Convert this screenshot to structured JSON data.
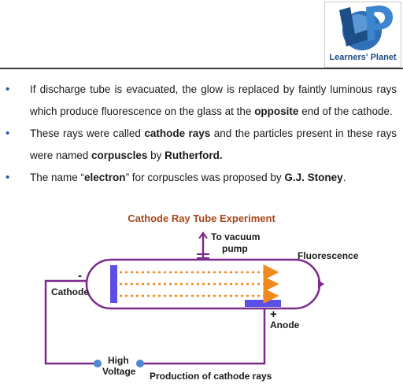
{
  "logo": {
    "brand_name": "Learners' Planet"
  },
  "bullets": [
    {
      "parts": [
        "If discharge tube is evacuated, the glow is replaced by faintly luminous rays which produce fluorescence on the glass at the ",
        "opposite",
        " end of the cathode."
      ]
    },
    {
      "parts": [
        "These rays were called ",
        "cathode rays",
        " and the particles present in these rays were named ",
        "corpuscles",
        " by ",
        "Rutherford."
      ]
    },
    {
      "parts": [
        " The name “",
        "electron",
        "” for corpuscles was proposed by ",
        "G.J. Stoney",
        "."
      ]
    }
  ],
  "diagram": {
    "title": "Cathode Ray Tube Experiment",
    "labels": {
      "vacuum_line1": "To vacuum",
      "vacuum_line2": "pump",
      "fluorescence": "Fluorescence",
      "cathode": "Cathode",
      "minus": "-",
      "plus": "+",
      "anode": "Anode",
      "high": "High",
      "voltage": "Voltage",
      "caption": "Production of cathode rays"
    },
    "colors": {
      "tube_outline": "#7b2a8c",
      "electrodes": "#5a50e8",
      "rays": "#f08a1e",
      "terminals": "#4f86d6"
    }
  }
}
